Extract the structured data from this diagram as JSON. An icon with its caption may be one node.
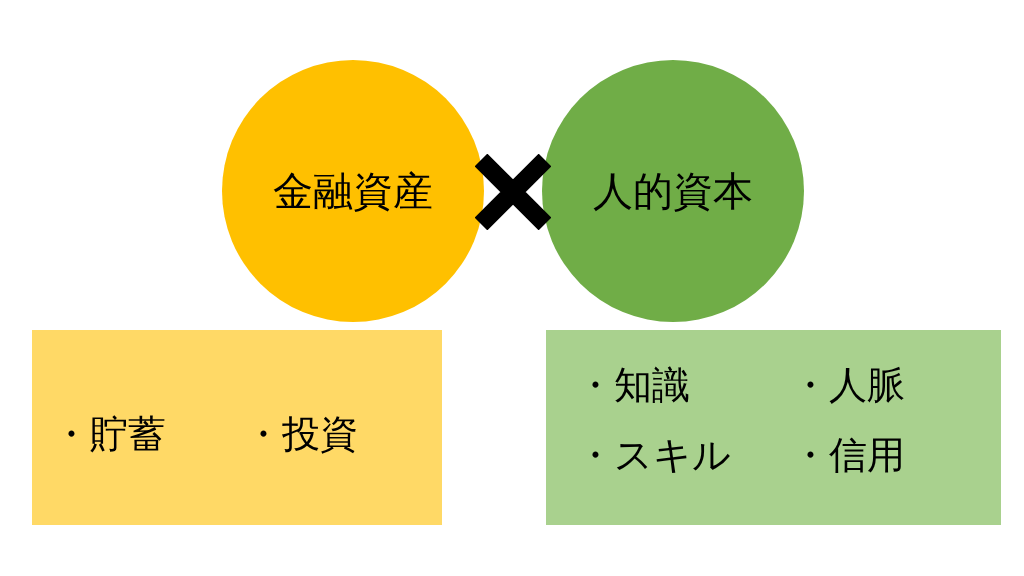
{
  "diagram": {
    "nodes": [
      {
        "text": [
          "金融資産"
        ]
      },
      {
        "text": [
          "人的資本"
        ]
      },
      {
        "text": [
          "・貯蓄",
          "・投資"
        ]
      },
      {
        "text": [
          "・知識",
          "・人脈",
          "・スキル",
          "・信用"
        ]
      }
    ]
  }
}
